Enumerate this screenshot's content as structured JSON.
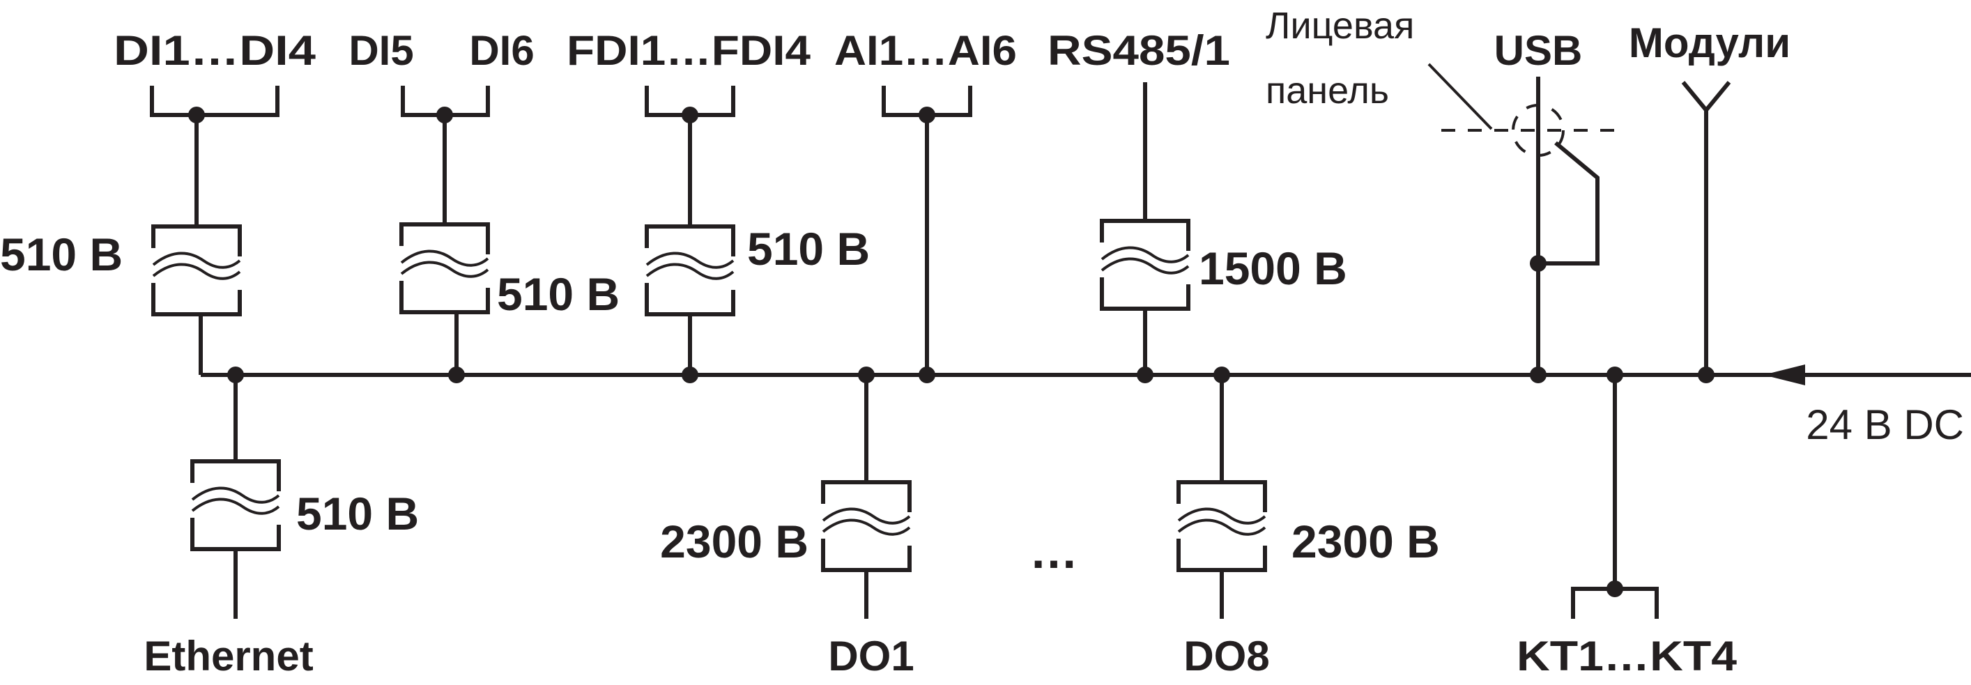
{
  "labels": {
    "di1_di4": "DI1…DI4",
    "di5": "DI5",
    "di6": "DI6",
    "fdi": "FDI1…FDI4",
    "ai": "AI1…AI6",
    "rs485": "RS485/1",
    "front_panel_line1": "Лицевая",
    "front_panel_line2": "панель",
    "usb": "USB",
    "modules": "Модули",
    "power": "24 В DC",
    "ethernet": "Ethernet",
    "do1": "DO1",
    "do8": "DO8",
    "kt": "KT1…KT4",
    "ellipsis": "…"
  },
  "isolation": {
    "di1_di4": "510 В",
    "di5_di6": "510 В",
    "fdi": "510 В",
    "rs485": "1500 В",
    "ethernet": "510 В",
    "do1": "2300 В",
    "do8": "2300 В"
  },
  "colors": {
    "ink": "#231f20",
    "background": "#ffffff"
  }
}
